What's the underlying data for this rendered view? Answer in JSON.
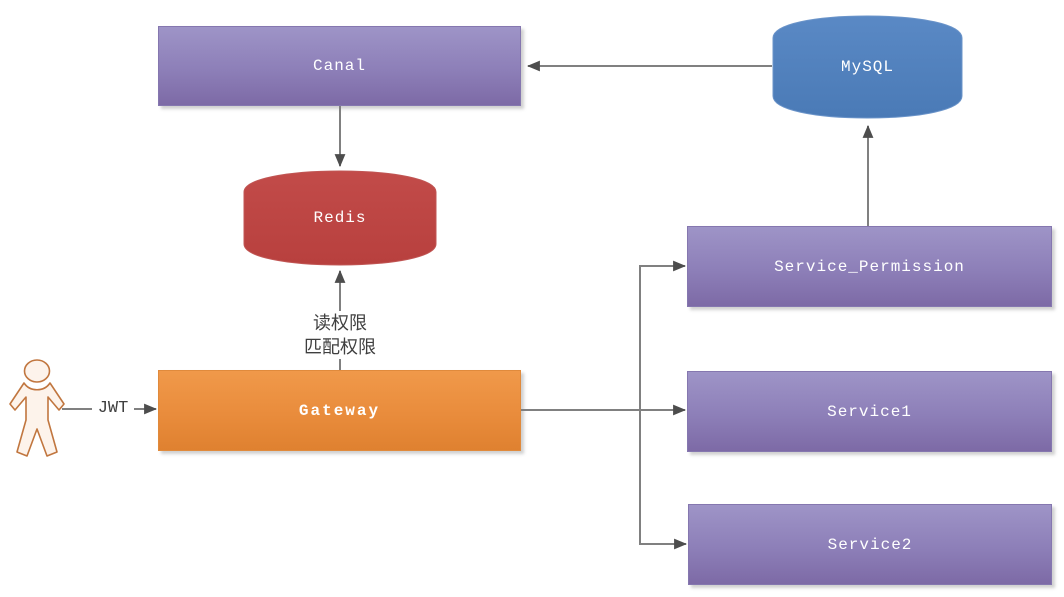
{
  "diagram": {
    "nodes": {
      "canal": {
        "label": "Canal",
        "shape": "rect",
        "color": "#8D7FB8"
      },
      "mysql": {
        "label": "MySQL",
        "shape": "cylinder",
        "color": "#4F81BD"
      },
      "redis": {
        "label": "Redis",
        "shape": "cylinder",
        "color": "#BF4543"
      },
      "gateway": {
        "label": "Gateway",
        "shape": "rect",
        "color": "#E8913E"
      },
      "service_permission": {
        "label": "Service_Permission",
        "shape": "rect",
        "color": "#8D7FB8"
      },
      "service1": {
        "label": "Service1",
        "shape": "rect",
        "color": "#8D7FB8"
      },
      "service2": {
        "label": "Service2",
        "shape": "rect",
        "color": "#8D7FB8"
      },
      "user_actor": {
        "label": "",
        "shape": "person",
        "color": "#C1763F"
      }
    },
    "edge_labels": {
      "jwt": "JWT",
      "read_permission": "读权限",
      "match_permission": "匹配权限"
    },
    "edges": [
      {
        "from": "mysql",
        "to": "canal"
      },
      {
        "from": "canal",
        "to": "redis"
      },
      {
        "from": "gateway",
        "to": "redis",
        "label": "读权限 匹配权限"
      },
      {
        "from": "user_actor",
        "to": "gateway",
        "label": "JWT"
      },
      {
        "from": "gateway",
        "to": "service_permission"
      },
      {
        "from": "gateway",
        "to": "service1"
      },
      {
        "from": "gateway",
        "to": "service2"
      },
      {
        "from": "service_permission",
        "to": "mysql"
      }
    ],
    "colors": {
      "connector": "#808080",
      "arrowhead": "#4D4D4D",
      "edge_label_text": "#3F3F3F",
      "node_text": "#FFFFFF"
    }
  }
}
